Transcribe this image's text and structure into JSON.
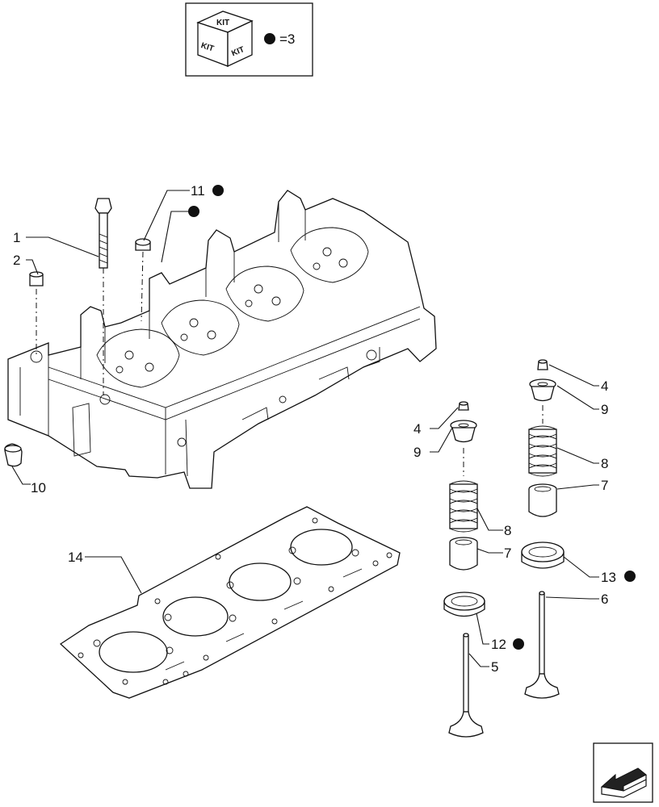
{
  "legend": {
    "kit_word": "KIT",
    "equals_text": "=3"
  },
  "callouts": [
    {
      "id": "c1",
      "text": "1"
    },
    {
      "id": "c2",
      "text": "2"
    },
    {
      "id": "c11",
      "text": "11"
    },
    {
      "id": "c10",
      "text": "10"
    },
    {
      "id": "c14",
      "text": "14"
    },
    {
      "id": "c4a",
      "text": "4"
    },
    {
      "id": "c9a",
      "text": "9"
    },
    {
      "id": "c8a",
      "text": "8"
    },
    {
      "id": "c7a",
      "text": "7"
    },
    {
      "id": "c4b",
      "text": "4"
    },
    {
      "id": "c9b",
      "text": "9"
    },
    {
      "id": "c8b",
      "text": "8"
    },
    {
      "id": "c7b",
      "text": "7"
    },
    {
      "id": "c13",
      "text": "13"
    },
    {
      "id": "c6",
      "text": "6"
    },
    {
      "id": "c12",
      "text": "12"
    },
    {
      "id": "c5",
      "text": "5"
    }
  ],
  "icons": {
    "kit_marker": "black-dot",
    "nav_arrow": "arrow-icon"
  }
}
